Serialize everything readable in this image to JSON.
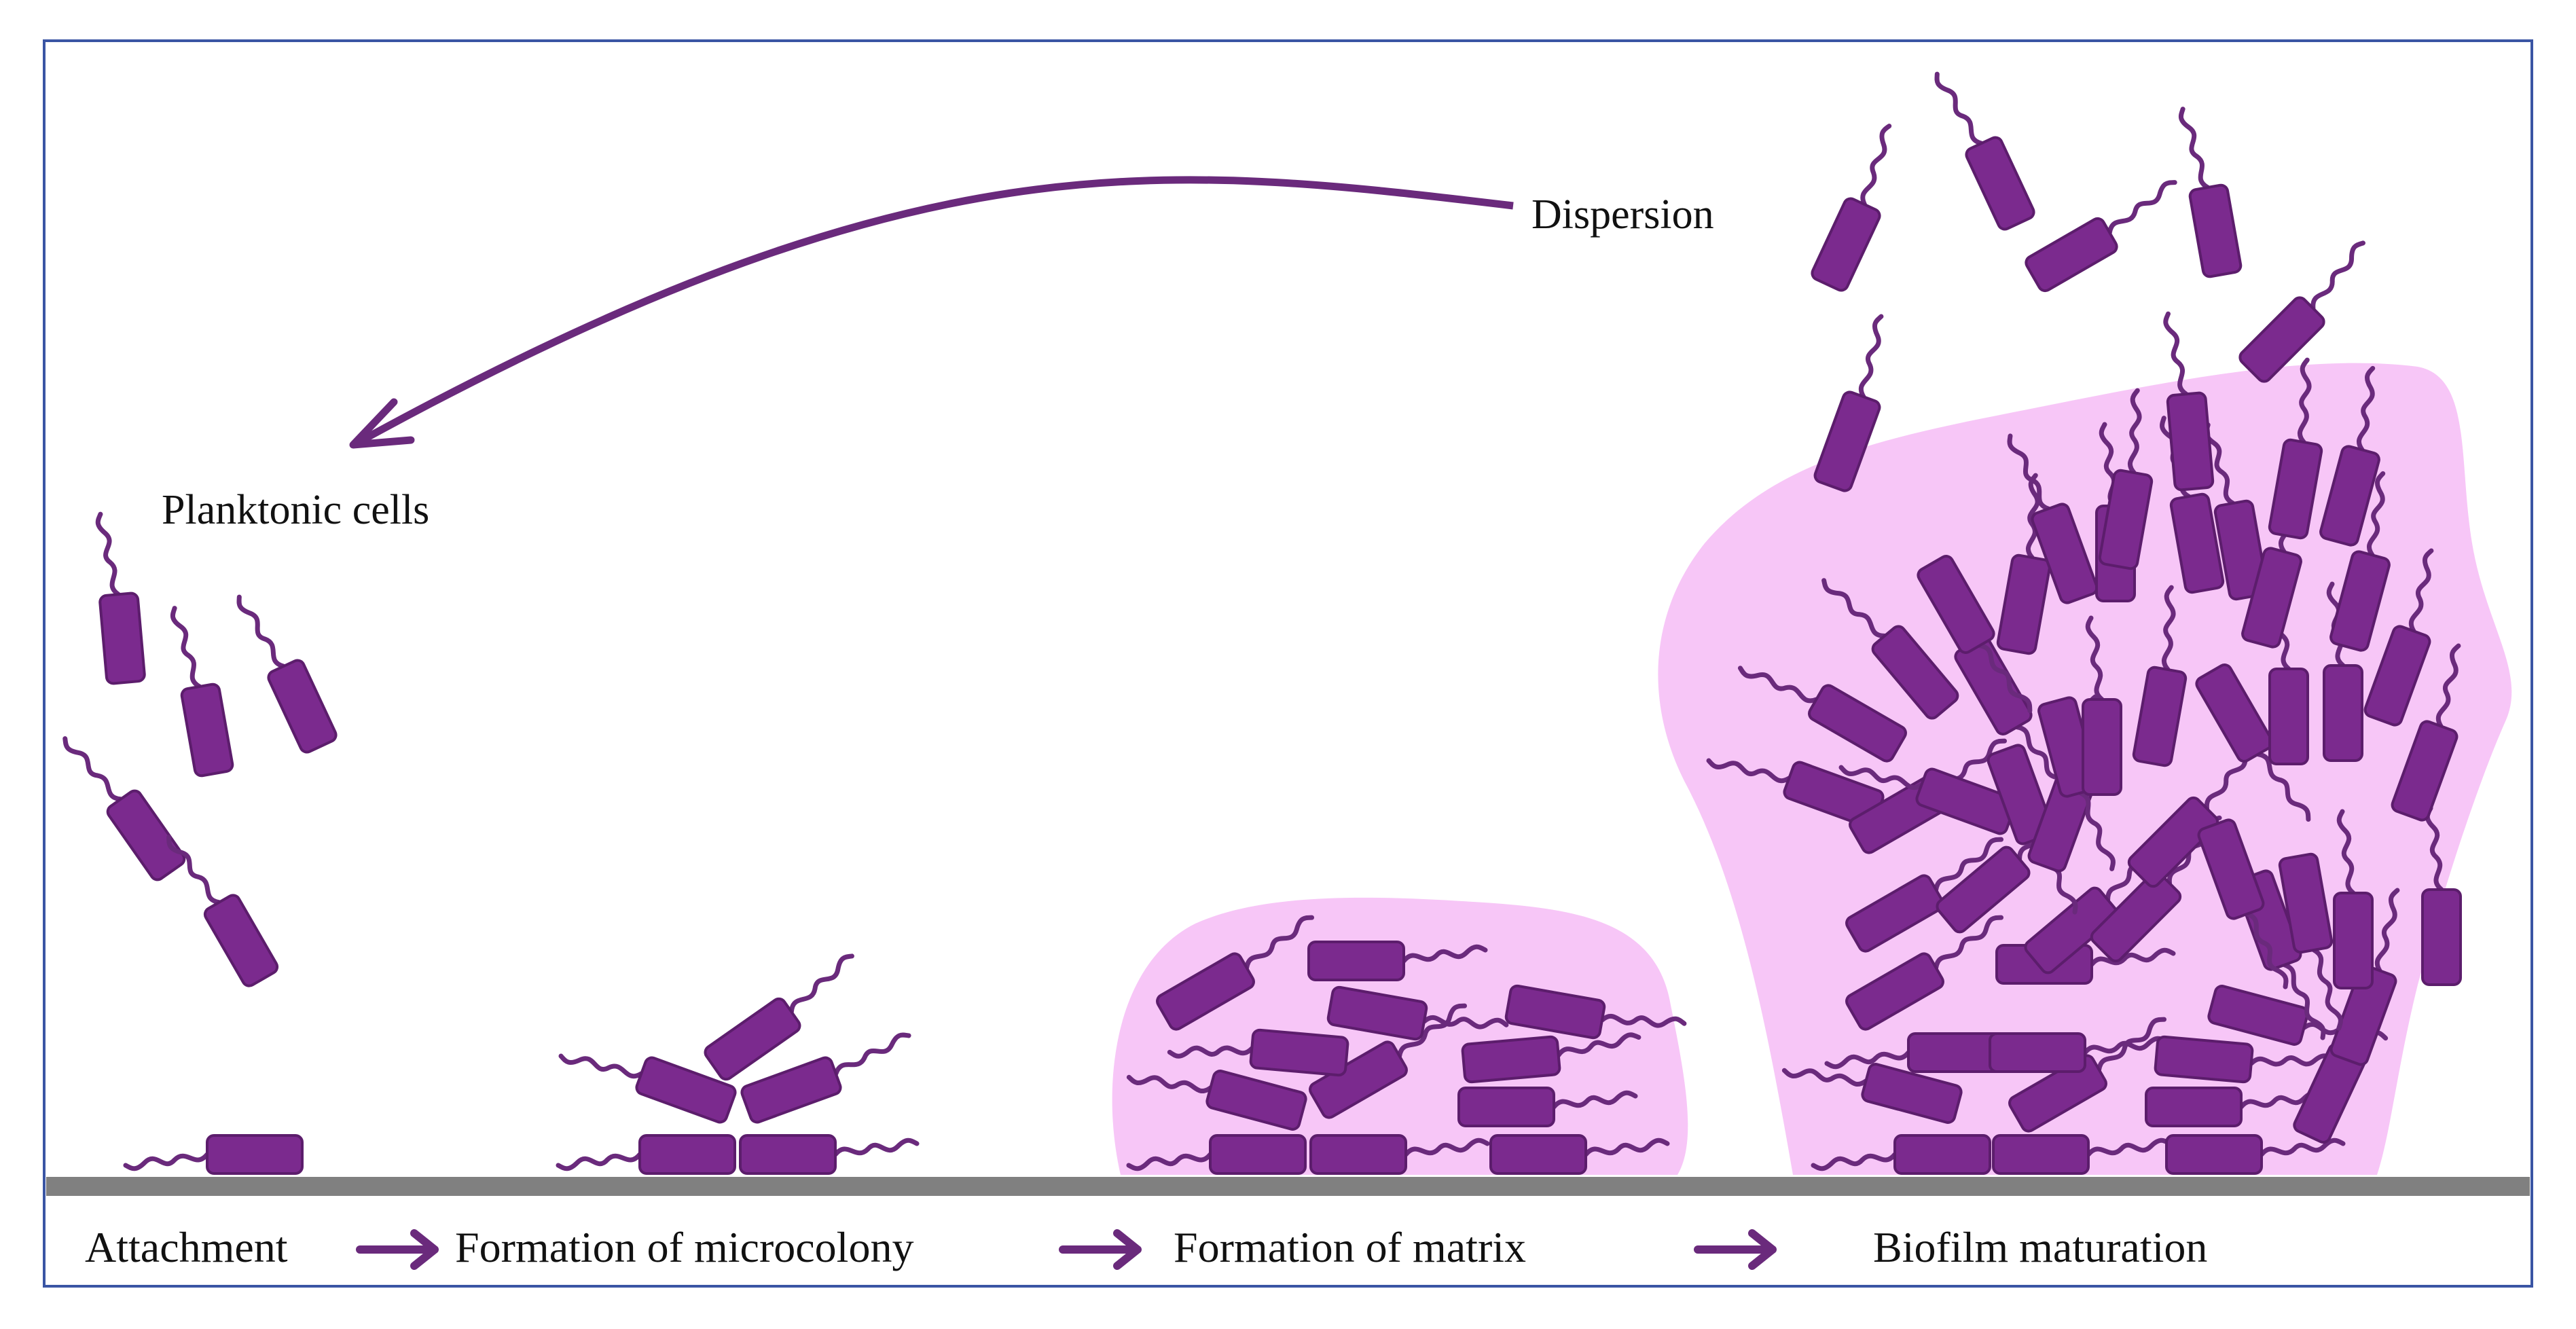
{
  "colors": {
    "cell": "#7b2a8e",
    "cell_edge": "#5c1d6c",
    "flagellum": "#6a2a7c",
    "matrix": "#f7c6f7",
    "surface": "#808080",
    "arrow": "#6a2a7c",
    "frame": "#3a55a4"
  },
  "labels": {
    "planktonic": "Planktonic cells",
    "dispersion": "Dispersion"
  },
  "stages": [
    {
      "label": "Attachment"
    },
    {
      "label": "Formation of microcolony"
    },
    {
      "label": "Formation of matrix"
    },
    {
      "label": "Biofilm maturation"
    }
  ],
  "icons": {
    "stage_arrow": "right-arrow-icon",
    "cycle_arrow": "curved-arrow-icon",
    "cell": "bacterium-icon"
  }
}
